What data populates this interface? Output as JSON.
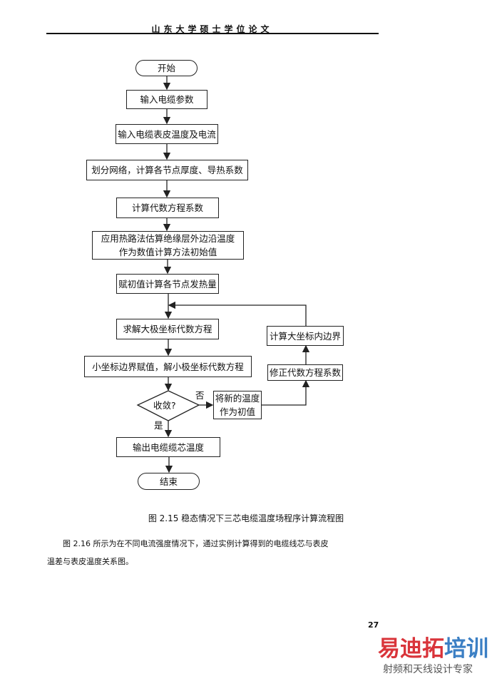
{
  "header": {
    "title": "山东大学硕士学位论文"
  },
  "flowchart": {
    "start": "开始",
    "steps": [
      "输入电缆参数",
      "输入电缆表皮温度及电流",
      "划分网络，计算各节点厚度、导热系数",
      "计算代数方程系数",
      "应用热路法估算绝缘层外边沿温度",
      "作为数值计算方法初始值",
      "赋初值计算各节点发热量",
      "求解大极坐标代数方程",
      "小坐标边界赋值，解小极坐标代数方程"
    ],
    "decision": "收敛?",
    "no_label": "否",
    "yes_label": "是",
    "no_branch": [
      "将新的温度",
      "作为初值"
    ],
    "correct_coeff": "修正代数方程系数",
    "calc_inner_boundary": "计算大坐标内边界",
    "output": "输出电缆缆芯温度",
    "end": "结束"
  },
  "caption": "图 2.15 稳态情况下三芯电缆温度场程序计算流程图",
  "paragraph": {
    "line1": "图 2.16 所示为在不同电流强度情况下，通过实例计算得到的电缆线芯与表皮",
    "line2": "温差与表皮温度关系图。"
  },
  "page_number": "27",
  "watermark": {
    "brand_red": "易迪拓",
    "brand_blue": "培训",
    "slogan": "射频和天线设计专家",
    "red": "#d9343a",
    "blue": "#3b7fc4"
  }
}
